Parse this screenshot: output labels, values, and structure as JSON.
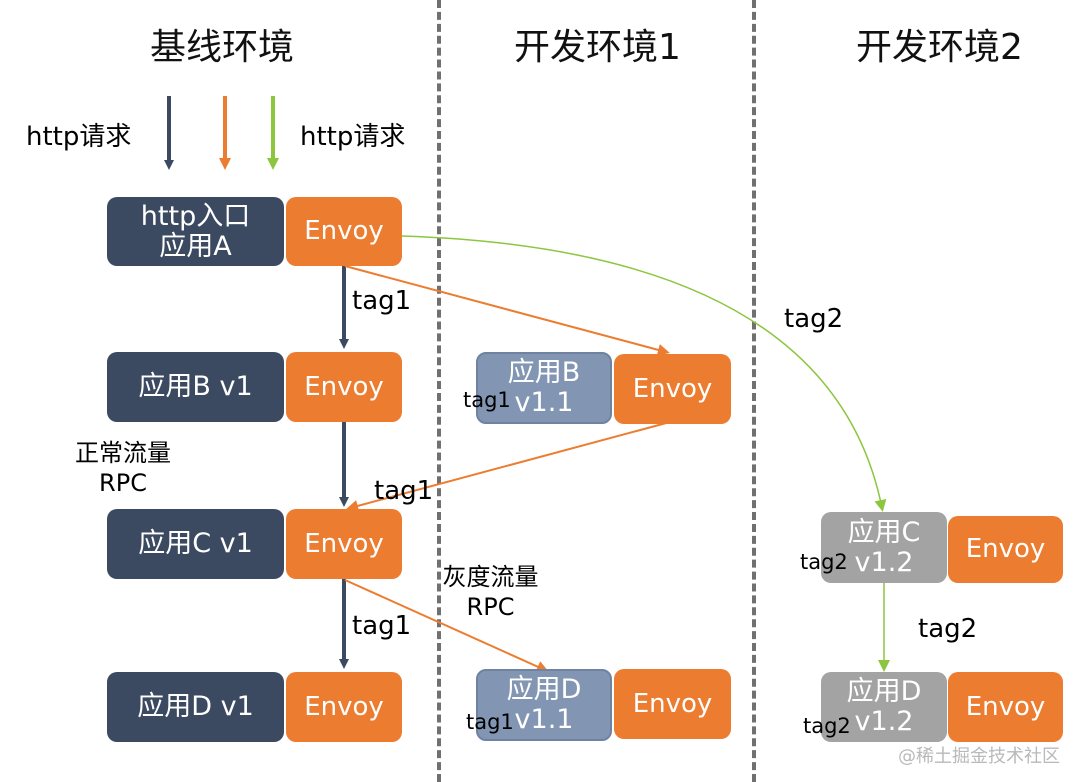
{
  "columns": {
    "baseline": "基线环境",
    "dev1": "开发环境1",
    "dev2": "开发环境2"
  },
  "requests": {
    "left_label": "http请求",
    "right_label": "http请求",
    "arrow_colors": [
      "#3b4a60",
      "#ec7c30",
      "#8cc63f"
    ]
  },
  "baseline": {
    "app_a_line1": "http入口",
    "app_a_line2": "应用A",
    "app_b": "应用B v1",
    "app_c": "应用C v1",
    "app_d": "应用D v1",
    "envoy": "Envoy",
    "normal_traffic_line1": "正常流量",
    "normal_traffic_line2": "RPC",
    "tag_a_b": "tag1",
    "tag_c_d": "tag1"
  },
  "dev1": {
    "app_b_line1": "应用B",
    "app_b_line2": "v1.1",
    "app_d_line1": "应用D",
    "app_d_line2": "v1.1",
    "envoy": "Envoy",
    "tag_b": "tag1",
    "tag_d": "tag1",
    "tag_b_to_c": "tag1",
    "gray_traffic_line1": "灰度流量",
    "gray_traffic_line2": "RPC"
  },
  "dev2": {
    "app_c_line1": "应用C",
    "app_c_line2": "v1.2",
    "app_d_line1": "应用D",
    "app_d_line2": "v1.2",
    "envoy": "Envoy",
    "tag_c": "tag2",
    "tag_d": "tag2",
    "tag_route": "tag2",
    "tag_c_to_d": "tag2"
  },
  "watermark": "@稀土掘金技术社区",
  "colors": {
    "baseline_app": "#3b4a60",
    "dev1_app": "#8296b3",
    "dev2_app": "#a3a3a3",
    "envoy": "#ec7c30",
    "tag1_route": "#ec7c30",
    "tag2_route": "#8cc63f",
    "divider": "#707070"
  }
}
